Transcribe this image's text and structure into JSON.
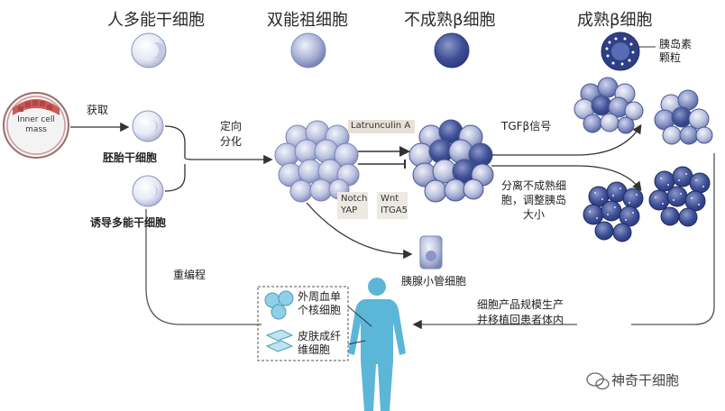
{
  "headers": {
    "pluripotent": "人多能干细胞",
    "bihormonal": "双能祖细胞",
    "immature_beta": "不成熟β细胞",
    "mature_beta": "成熟β细胞"
  },
  "labels": {
    "inner_cell_mass": "Inner cell\nmass",
    "acquire": "获取",
    "esc": "胚胎干细胞",
    "ipsc": "诱导多能干细胞",
    "directed_diff": "定向\n分化",
    "latrunculin": "Latrunculin A",
    "notch_yap": "Notch\nYAP",
    "wnt_itga5": "Wnt\nITGA5",
    "tgfb": "TGFβ信号",
    "insulin_granules": "胰岛素\n颗粒",
    "separate": "分离不成熟细\n胞，调整胰岛\n大小",
    "duct_cells": "胰腺小管细胞",
    "reprogram": "重编程",
    "pbmc": "外周血单\n个核细胞",
    "fibroblast": "皮肤成纤\n维细胞",
    "scale_up": "细胞产品规模生产\n并移植回患者体内",
    "watermark": "神奇干细胞"
  },
  "colors": {
    "cell_light": "#dfe3f1",
    "cell_mid": "#9ea7cf",
    "cell_dark": "#4b5ba0",
    "human": "#5bb6d8",
    "arrow": "#333333"
  }
}
